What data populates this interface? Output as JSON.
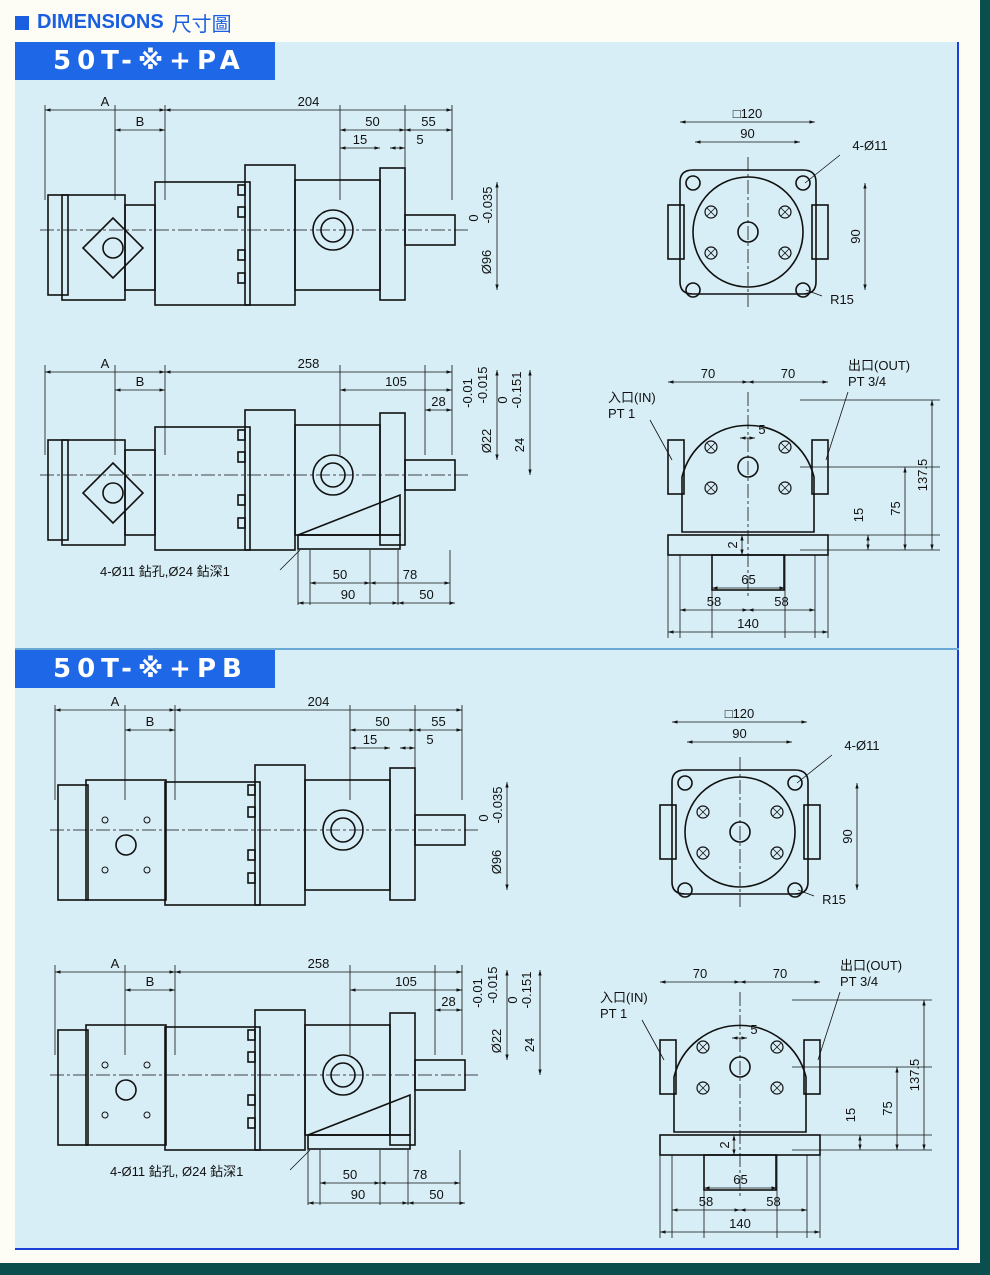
{
  "header": {
    "title": "DIMENSIONS",
    "title_cn": "尺寸圖"
  },
  "sections": [
    {
      "title": "50T-※+PA",
      "side_top": {
        "a": "A",
        "b": "B",
        "overall": "204",
        "d50": "50",
        "d55": "55",
        "d15": "15",
        "d5": "5",
        "shaft_dia": "Ø96",
        "tol_upper": "0",
        "tol_lower": "-0.035"
      },
      "front_top": {
        "square": "□120",
        "bolt_span": "90",
        "holes": "4-Ø11",
        "bolt_span_v": "90",
        "radius": "R15"
      },
      "side_bottom": {
        "a": "A",
        "b": "B",
        "overall": "258",
        "d105": "105",
        "d28": "28",
        "shaft_dia": "Ø22",
        "shaft_tol_upper": "-0.01",
        "shaft_tol_lower": "-0.015",
        "key": "24",
        "key_tol_upper": "0",
        "key_tol_lower": "-0.151",
        "note": "4-Ø11 鉆孔,Ø24 鉆深1",
        "d50": "50",
        "d78": "78",
        "d90": "90",
        "d50b": "50"
      },
      "front_bottom": {
        "left": "70",
        "right": "70",
        "inlet": "入口(IN)",
        "inlet_thread": "PT 1",
        "outlet": "出口(OUT)",
        "outlet_thread": "PT 3/4",
        "key": "5",
        "height": "137.5",
        "center": "75",
        "foot": "15",
        "recess": "2",
        "d65": "65",
        "d58a": "58",
        "d58b": "58",
        "width": "140"
      }
    },
    {
      "title": "50T-※+PB",
      "side_top": {
        "a": "A",
        "b": "B",
        "overall": "204",
        "d50": "50",
        "d55": "55",
        "d15": "15",
        "d5": "5",
        "shaft_dia": "Ø96",
        "tol_upper": "0",
        "tol_lower": "-0.035"
      },
      "front_top": {
        "square": "□120",
        "bolt_span": "90",
        "holes": "4-Ø11",
        "bolt_span_v": "90",
        "radius": "R15"
      },
      "side_bottom": {
        "a": "A",
        "b": "B",
        "overall": "258",
        "d105": "105",
        "d28": "28",
        "shaft_dia": "Ø22",
        "shaft_tol_upper": "-0.01",
        "shaft_tol_lower": "-0.015",
        "key": "24",
        "key_tol_upper": "0",
        "key_tol_lower": "-0.151",
        "note": "4-Ø11 鉆孔, Ø24 鉆深1",
        "d50": "50",
        "d78": "78",
        "d90": "90",
        "d50b": "50"
      },
      "front_bottom": {
        "left": "70",
        "right": "70",
        "inlet": "入口(IN)",
        "inlet_thread": "PT 1",
        "outlet": "出口(OUT)",
        "outlet_thread": "PT 3/4",
        "key": "5",
        "height": "137.5",
        "center": "75",
        "foot": "15",
        "recess": "2",
        "d65": "65",
        "d58a": "58",
        "d58b": "58",
        "width": "140"
      }
    }
  ]
}
